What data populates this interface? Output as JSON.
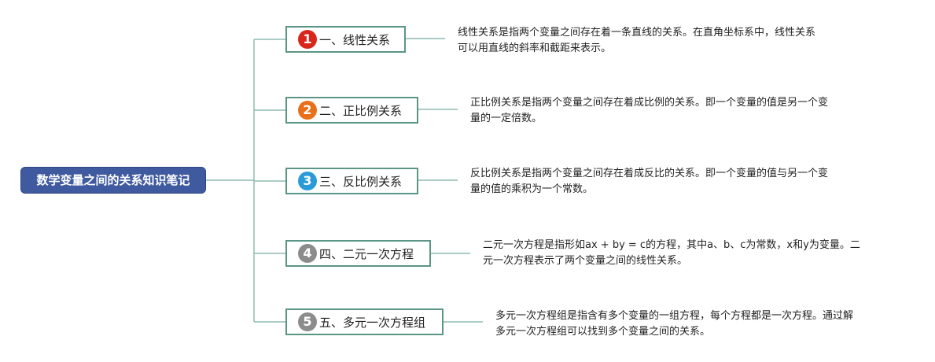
{
  "root": {
    "title": "数学变量之间的关系知识笔记",
    "color": "#3f5a9e"
  },
  "branches": [
    {
      "number": "1",
      "label": "一、线性关系",
      "badge_color": "#d9261c",
      "description": [
        "线性关系是指两个变量之间存在着一条直线的关系。在直角坐标系中，线性关系",
        "可以用直线的斜率和截距来表示。"
      ]
    },
    {
      "number": "2",
      "label": "二、正比例关系",
      "badge_color": "#e8701a",
      "description": [
        "正比例关系是指两个变量之间存在着成比例的关系。即一个变量的值是另一个变",
        "量的一定倍数。"
      ]
    },
    {
      "number": "3",
      "label": "三、反比例关系",
      "badge_color": "#2a9ad9",
      "description": [
        "反比例关系是指两个变量之间存在着成反比的关系。即一个变量的值与另一个变",
        "量的值的乘积为一个常数。"
      ]
    },
    {
      "number": "4",
      "label": "四、二元一次方程",
      "badge_color": "#8c8c8c",
      "description": [
        "二元一次方程是指形如ax + by = c的方程，其中a、b、c为常数，x和y为变量。二",
        "元一次方程表示了两个变量之间的线性关系。"
      ]
    },
    {
      "number": "5",
      "label": "五、多元一次方程组",
      "badge_color": "#8c8c8c",
      "description": [
        "多元一次方程组是指含有多个变量的一组方程，每个方程都是一次方程。通过解",
        "多元一次方程组可以找到多个变量之间的关系。"
      ]
    }
  ],
  "connector_color": "#8fbcb0"
}
